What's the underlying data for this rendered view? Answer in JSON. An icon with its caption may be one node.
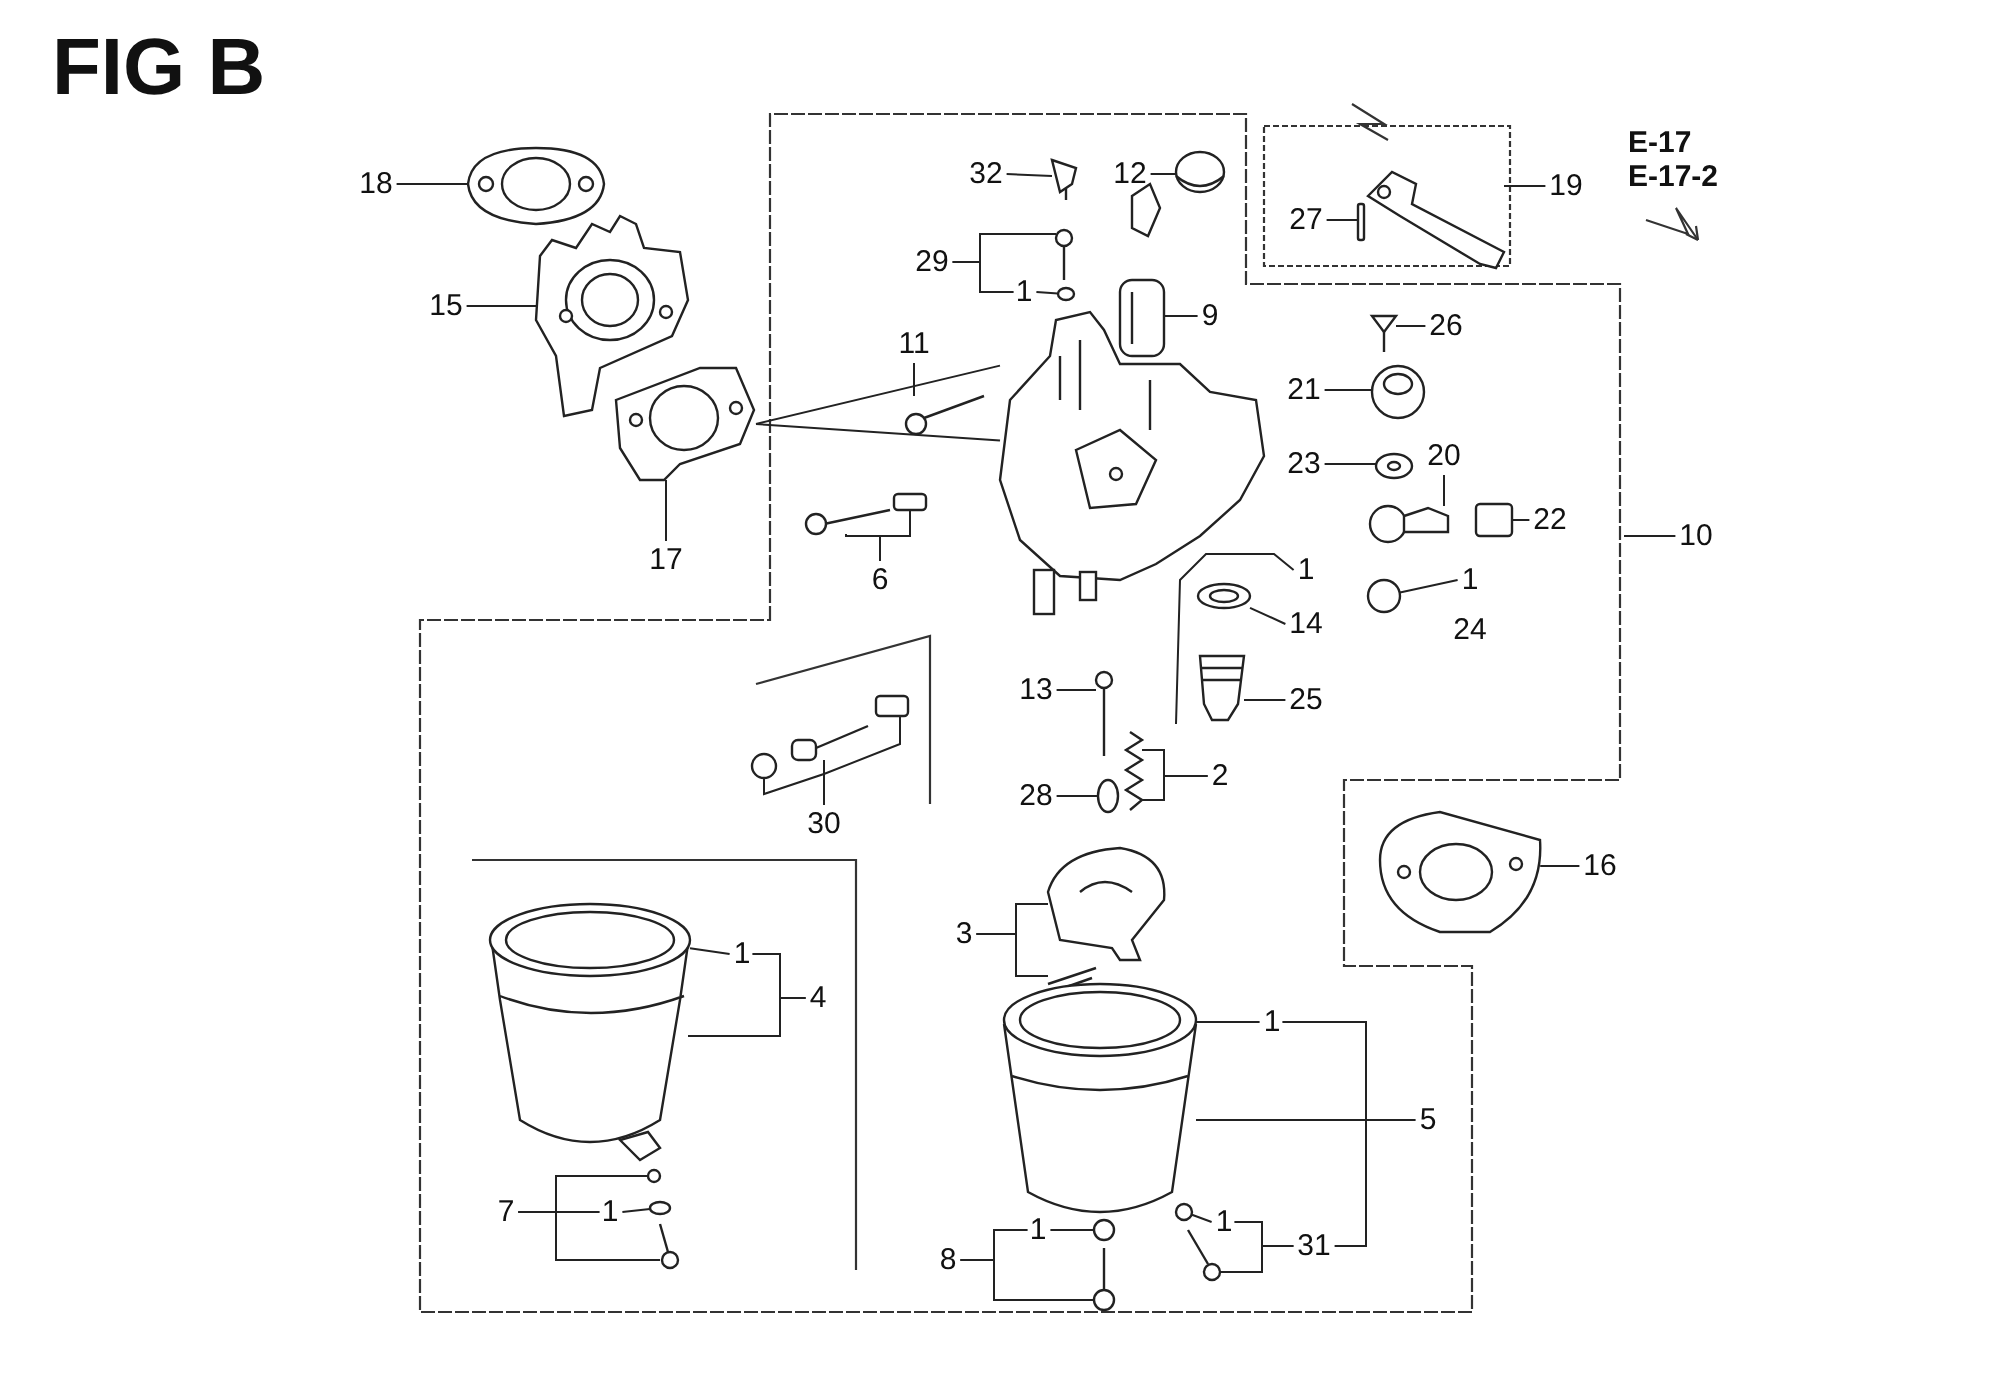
{
  "diagram": {
    "title": "FIG B",
    "nodes": [
      {
        "text": [
          "18"
        ]
      },
      {
        "text": [
          "15"
        ]
      },
      {
        "text": [
          "32"
        ]
      },
      {
        "text": [
          "12"
        ]
      },
      {
        "text": [
          "19"
        ]
      },
      {
        "text": [
          "27"
        ]
      },
      {
        "text": [
          "29"
        ]
      },
      {
        "text": [
          "1"
        ]
      },
      {
        "text": [
          "9"
        ]
      },
      {
        "text": [
          "11"
        ]
      },
      {
        "text": [
          "26"
        ]
      },
      {
        "text": [
          "21"
        ]
      },
      {
        "text": [
          "23"
        ]
      },
      {
        "text": [
          "20"
        ]
      },
      {
        "text": [
          "22"
        ]
      },
      {
        "text": [
          "10"
        ]
      },
      {
        "text": [
          "6"
        ]
      },
      {
        "text": [
          "17"
        ]
      },
      {
        "text": [
          "1"
        ]
      },
      {
        "text": [
          "14"
        ]
      },
      {
        "text": [
          "1"
        ]
      },
      {
        "text": [
          "24"
        ]
      },
      {
        "text": [
          "13"
        ]
      },
      {
        "text": [
          "25"
        ]
      },
      {
        "text": [
          "2"
        ]
      },
      {
        "text": [
          "28"
        ]
      },
      {
        "text": [
          "30"
        ]
      },
      {
        "text": [
          "16"
        ]
      },
      {
        "text": [
          "3"
        ]
      },
      {
        "text": [
          "1"
        ]
      },
      {
        "text": [
          "4"
        ]
      },
      {
        "text": [
          "1"
        ]
      },
      {
        "text": [
          "5"
        ]
      },
      {
        "text": [
          "7"
        ]
      },
      {
        "text": [
          "1"
        ]
      },
      {
        "text": [
          "8"
        ]
      },
      {
        "text": [
          "1"
        ]
      },
      {
        "text": [
          "1"
        ]
      },
      {
        "text": [
          "31"
        ]
      },
      {
        "text": [],
        "shape": "picture"
      },
      {
        "text": [],
        "shape": "picture"
      },
      {
        "text": [],
        "shape": "picture"
      },
      {
        "text": [],
        "shape": "picture"
      },
      {
        "text": [],
        "shape": "picture"
      },
      {
        "text": [],
        "shape": "circle"
      },
      {
        "text": [],
        "shape": "picture"
      },
      {
        "text": [],
        "shape": "picture"
      },
      {
        "text": [],
        "shape": "picture"
      },
      {
        "text": [],
        "shape": "picture"
      },
      {
        "text": [],
        "shape": "picture"
      },
      {
        "text": [],
        "shape": "box"
      },
      {
        "text": [],
        "shape": "picture"
      },
      {
        "text": [],
        "shape": "box"
      },
      {
        "text": [],
        "shape": "picture"
      },
      {
        "text": [],
        "shape": "picture"
      },
      {
        "text": [],
        "shape": "picture"
      },
      {
        "text": [],
        "shape": "picture"
      },
      {
        "text": [],
        "shape": "box"
      },
      {
        "text": [],
        "shape": "circle"
      },
      {
        "text": [],
        "shape": "picture"
      },
      {
        "text": [],
        "shape": "picture"
      },
      {
        "text": [],
        "shape": "picture"
      },
      {
        "text": [],
        "shape": "picture"
      },
      {
        "text": [],
        "shape": "circle"
      },
      {
        "text": [],
        "shape": "circle"
      },
      {
        "text": [],
        "shape": "picture"
      },
      {
        "text": [],
        "shape": "box"
      },
      {
        "text": [],
        "shape": "picture"
      },
      {
        "text": [],
        "shape": "picture"
      },
      {
        "text": [],
        "shape": "picture"
      },
      {
        "text": [],
        "shape": "picture"
      },
      {
        "text": [],
        "shape": "picture"
      },
      {
        "text": [],
        "shape": "circle"
      },
      {
        "text": [],
        "shape": "circle"
      },
      {
        "text": [],
        "shape": "picture"
      },
      {
        "text": [],
        "shape": "picture"
      },
      {
        "text": [],
        "shape": "picture"
      },
      {
        "text": [],
        "shape": "circle"
      },
      {
        "text": [],
        "shape": "picture"
      },
      {
        "text": [],
        "shape": "circle"
      },
      {
        "text": [],
        "shape": "picture"
      }
    ],
    "edges": [
      {
        "from": 0,
        "to": 39,
        "arrow": "none"
      },
      {
        "from": 1,
        "to": 40,
        "arrow": "none"
      },
      {
        "from": 2,
        "to": 45,
        "arrow": "none"
      },
      {
        "from": 3,
        "to": 46,
        "arrow": "none"
      },
      {
        "from": 4,
        "to": 51,
        "arrow": "none"
      },
      {
        "from": 5,
        "to": 52,
        "arrow": "none"
      },
      {
        "from": 6,
        "to": 43,
        "arrow": "none"
      },
      {
        "from": 6,
        "to": 7,
        "arrow": "none"
      },
      {
        "from": 7,
        "to": 44,
        "arrow": "none"
      },
      {
        "from": 8,
        "to": 47,
        "arrow": "none"
      },
      {
        "from": 9,
        "to": 48,
        "arrow": "none"
      },
      {
        "from": 10,
        "to": 53,
        "arrow": "none"
      },
      {
        "from": 11,
        "to": 54,
        "arrow": "none"
      },
      {
        "from": 12,
        "to": 55,
        "arrow": "none"
      },
      {
        "from": 13,
        "to": 56,
        "arrow": "none"
      },
      {
        "from": 14,
        "to": 57,
        "arrow": "none"
      },
      {
        "from": 15,
        "to": null,
        "arrow": "none"
      },
      {
        "from": 16,
        "to": 49,
        "arrow": "none"
      },
      {
        "from": 16,
        "to": 50,
        "arrow": "none"
      },
      {
        "from": 17,
        "to": 41,
        "arrow": "none"
      },
      {
        "from": 18,
        "to": null,
        "arrow": "none"
      },
      {
        "from": 19,
        "to": 59,
        "arrow": "none"
      },
      {
        "from": 20,
        "to": 58,
        "arrow": "none"
      },
      {
        "from": 22,
        "to": 61,
        "arrow": "none"
      },
      {
        "from": 23,
        "to": 60,
        "arrow": "none"
      },
      {
        "from": 24,
        "to": 62,
        "arrow": "none"
      },
      {
        "from": 24,
        "to": 62,
        "arrow": "none"
      },
      {
        "from": 25,
        "to": 63,
        "arrow": "none"
      },
      {
        "from": 26,
        "to": 64,
        "arrow": "none"
      },
      {
        "from": 26,
        "to": 65,
        "arrow": "none"
      },
      {
        "from": 26,
        "to": 66,
        "arrow": "none"
      },
      {
        "from": 27,
        "to": 67,
        "arrow": "none"
      },
      {
        "from": 28,
        "to": 68,
        "arrow": "none"
      },
      {
        "from": 28,
        "to": 69,
        "arrow": "none"
      },
      {
        "from": 29,
        "to": 71,
        "arrow": "none"
      },
      {
        "from": 30,
        "to": 29,
        "arrow": "none"
      },
      {
        "from": 30,
        "to": 70,
        "arrow": "none"
      },
      {
        "from": 33,
        "to": 34,
        "arrow": "none"
      },
      {
        "from": 33,
        "to": 72,
        "arrow": "none"
      },
      {
        "from": 33,
        "to": 74,
        "arrow": "none"
      },
      {
        "from": 34,
        "to": 73,
        "arrow": "none"
      },
      {
        "from": 32,
        "to": 75,
        "arrow": "none"
      },
      {
        "from": 31,
        "to": 76,
        "arrow": "none"
      },
      {
        "from": 35,
        "to": 36,
        "arrow": "none"
      },
      {
        "from": 35,
        "to": 78,
        "arrow": "none"
      },
      {
        "from": 36,
        "to": 77,
        "arrow": "none"
      },
      {
        "from": 37,
        "to": 79,
        "arrow": "none"
      },
      {
        "from": 38,
        "to": 37,
        "arrow": "none"
      },
      {
        "from": 38,
        "to": 80,
        "arrow": "none"
      },
      {
        "from": 38,
        "to": 31,
        "arrow": "none"
      },
      {
        "from": 41,
        "to": 42,
        "arrow": "none"
      },
      {
        "from": 41,
        "to": 42,
        "arrow": "none"
      }
    ],
    "labels": [
      "E-17",
      "E-17-2"
    ]
  }
}
